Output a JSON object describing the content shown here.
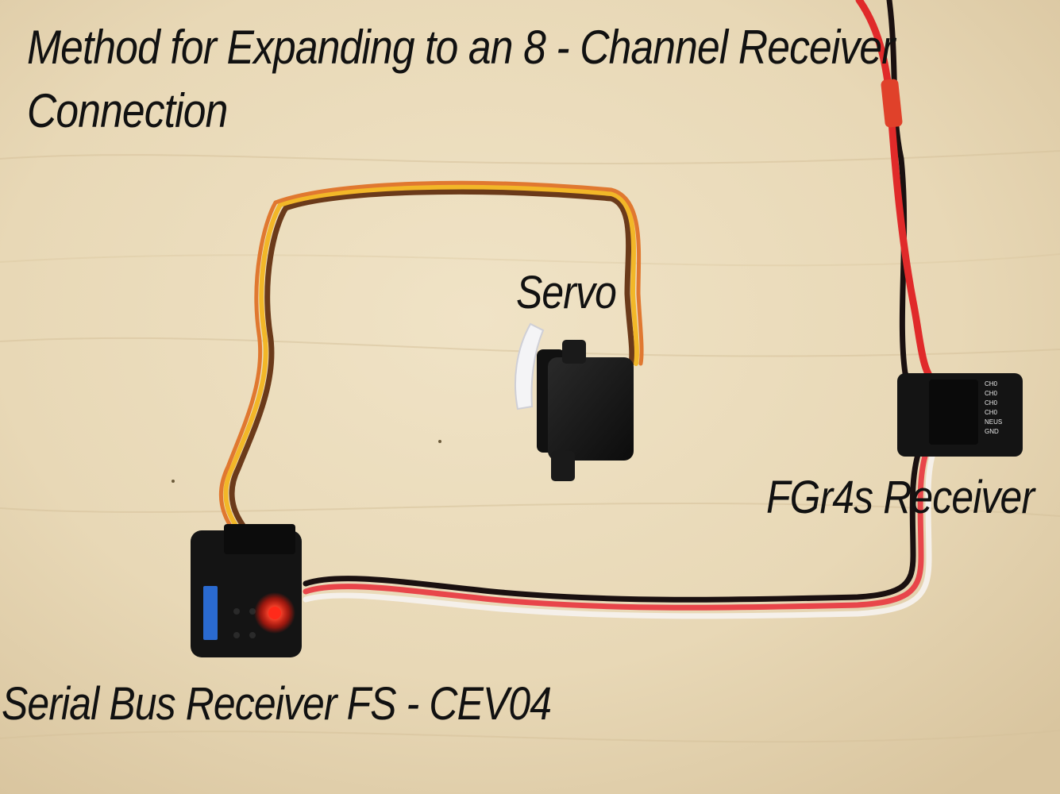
{
  "title": {
    "line1": "Method for Expanding to an 8 - Channel Receiver",
    "line2": "Connection"
  },
  "labels": {
    "servo": "Servo",
    "fgr4s": "FGr4s Receiver",
    "fscev04": "Serial Bus Receiver FS - CEV04"
  },
  "fgr4s_pins": [
    "CH0",
    "CH0",
    "CH0",
    "CH0",
    "NEUS",
    "GND"
  ],
  "colors": {
    "background": "#e8d9b8",
    "wire_red": "#e02a2a",
    "wire_black": "#1a1010",
    "wire_white": "#f5f0ea",
    "wire_yellow": "#f2b728",
    "wire_orange": "#e07830",
    "led": "#ff2a1a",
    "module_black": "#141414",
    "label_blue": "#2a6ad0"
  }
}
